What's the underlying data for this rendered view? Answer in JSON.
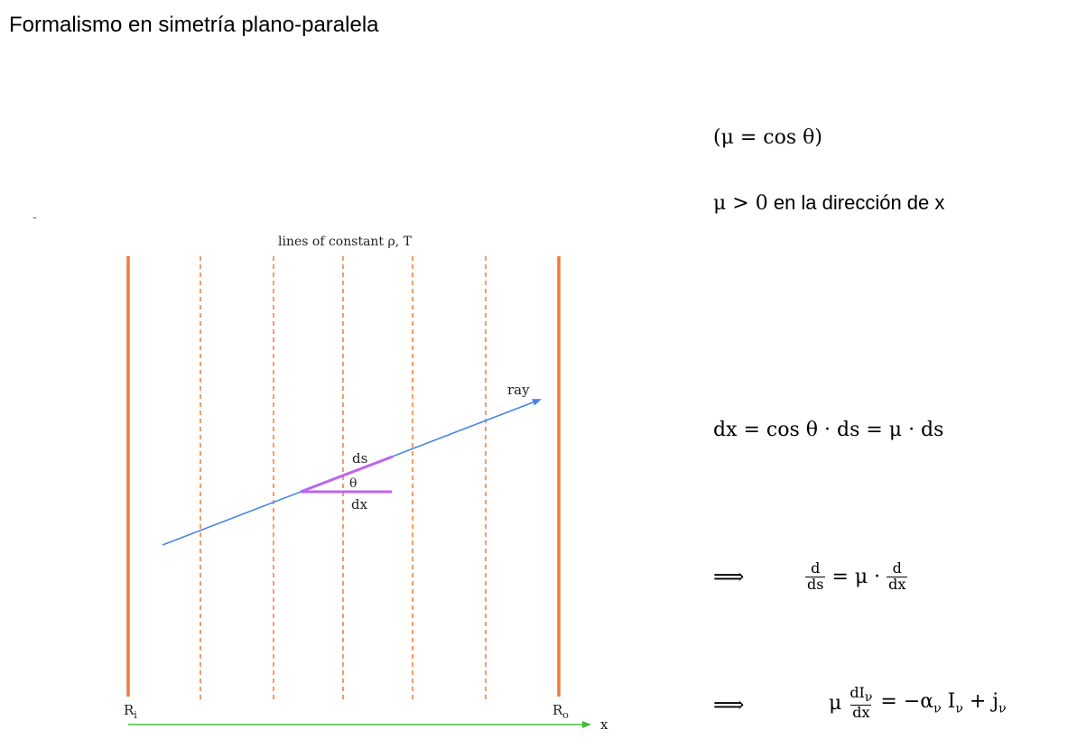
{
  "slide": {
    "title": "Formalismo en simetría plano-paralela",
    "dash_mark": "-"
  },
  "diagram": {
    "top_label": "lines of constant ρ, T",
    "ray_label": "ray",
    "ds_label": "ds",
    "theta_label": "θ",
    "dx_label": "dx",
    "ri_main": "R",
    "ri_sub": "i",
    "ro_main": "R",
    "ro_sub": "o",
    "x_axis_label": "x",
    "colors": {
      "boundary": "#f07a3a",
      "constant_lines": "#f07a3a",
      "ray": "#4a86e8",
      "ds_dx_segments": "#bb66ee",
      "x_axis": "#44bb33"
    }
  },
  "equations": {
    "mu_def": "(μ = cos θ)",
    "mu_positive_math": "μ > 0",
    "mu_positive_text": " en la dirección de x",
    "dx_relation": "dx = cos θ · ds = μ · ds",
    "implies_symbol": "⟹",
    "deriv_num_left": "d",
    "deriv_den_left": "ds",
    "deriv_mid": "= μ ·",
    "deriv_num_right": "d",
    "deriv_den_right": "dx",
    "rte_mu": "μ",
    "rte_num": "dI",
    "rte_num_sub": "ν",
    "rte_den": "dx",
    "rte_rhs_a": "= −α",
    "rte_rhs_a_sub": "ν",
    "rte_rhs_b": " I",
    "rte_rhs_b_sub": "ν",
    "rte_rhs_c": " + j",
    "rte_rhs_c_sub": "ν"
  }
}
